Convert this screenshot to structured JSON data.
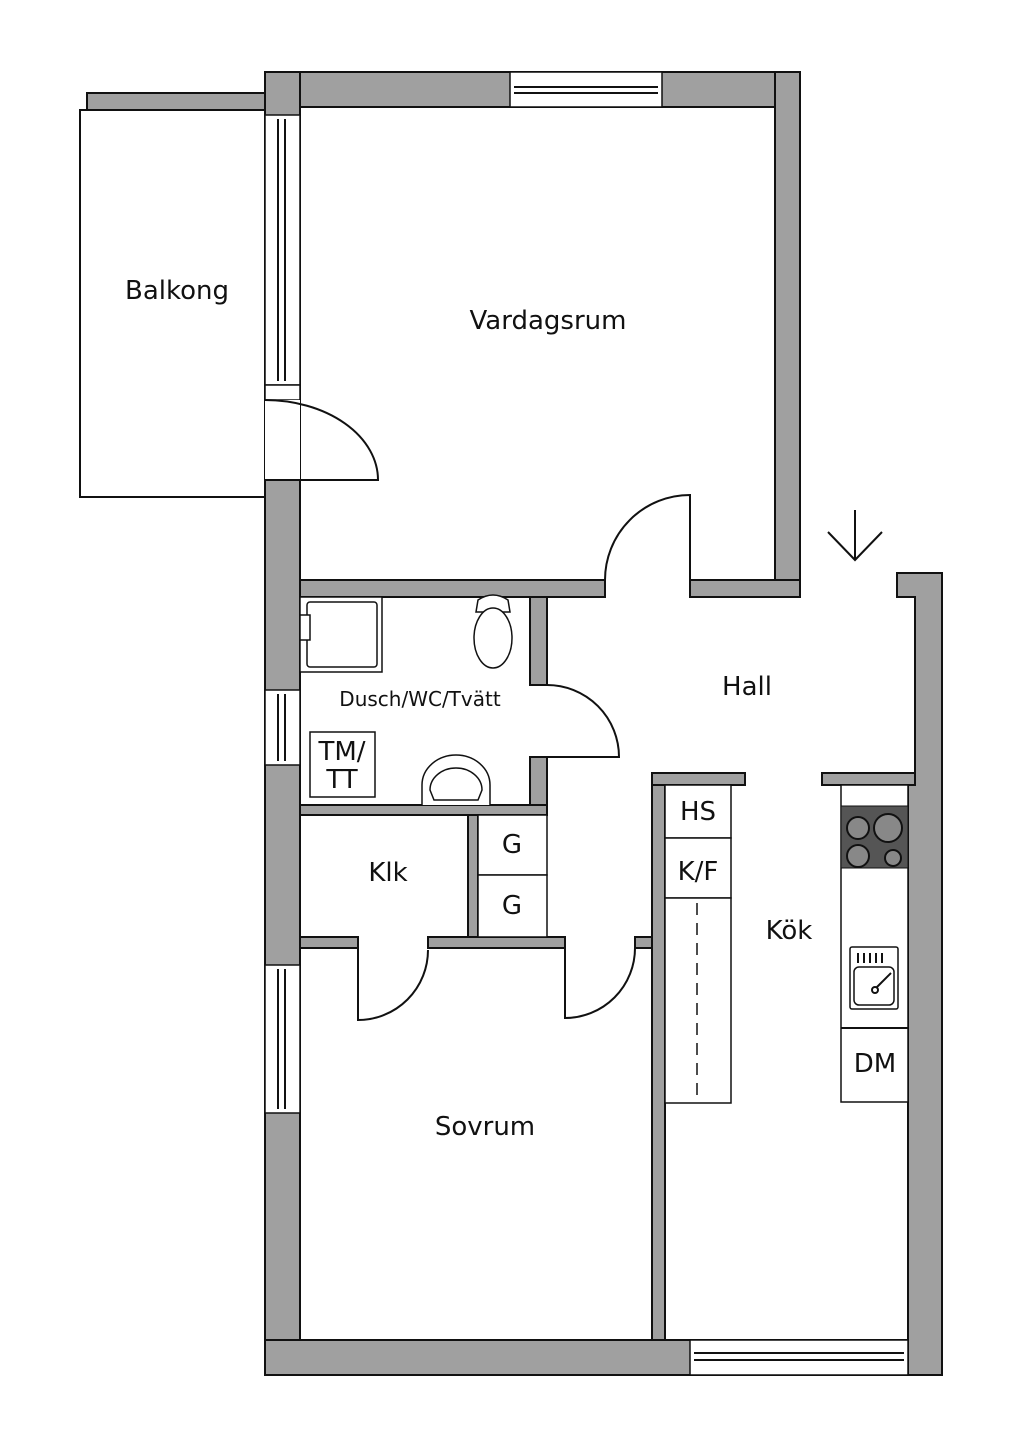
{
  "rooms": {
    "balkong": "Balkong",
    "vardagsrum": "Vardagsrum",
    "hall": "Hall",
    "bath": "Dusch/WC/Tvätt",
    "klk": "Klk",
    "sovrum": "Sovrum",
    "kok": "Kök"
  },
  "fixtures": {
    "tm_line1": "TM/",
    "tm_line2": "TT",
    "g1": "G",
    "g2": "G",
    "hs": "HS",
    "kf": "K/F",
    "dm": "DM"
  },
  "colors": {
    "wall": "#a0a0a0",
    "stove": "#555555"
  }
}
